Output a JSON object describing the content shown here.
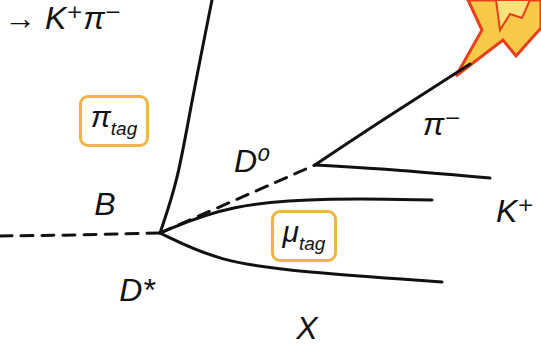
{
  "diagram": {
    "nodes": [
      {
        "text": [
          "π",
          "tag"
        ]
      },
      {
        "text": [
          "μ",
          "tag"
        ]
      }
    ],
    "labels": [
      "→ K⁺π⁻",
      "B",
      "D*",
      "D⁰",
      "π⁻",
      "K⁺",
      "X"
    ]
  }
}
